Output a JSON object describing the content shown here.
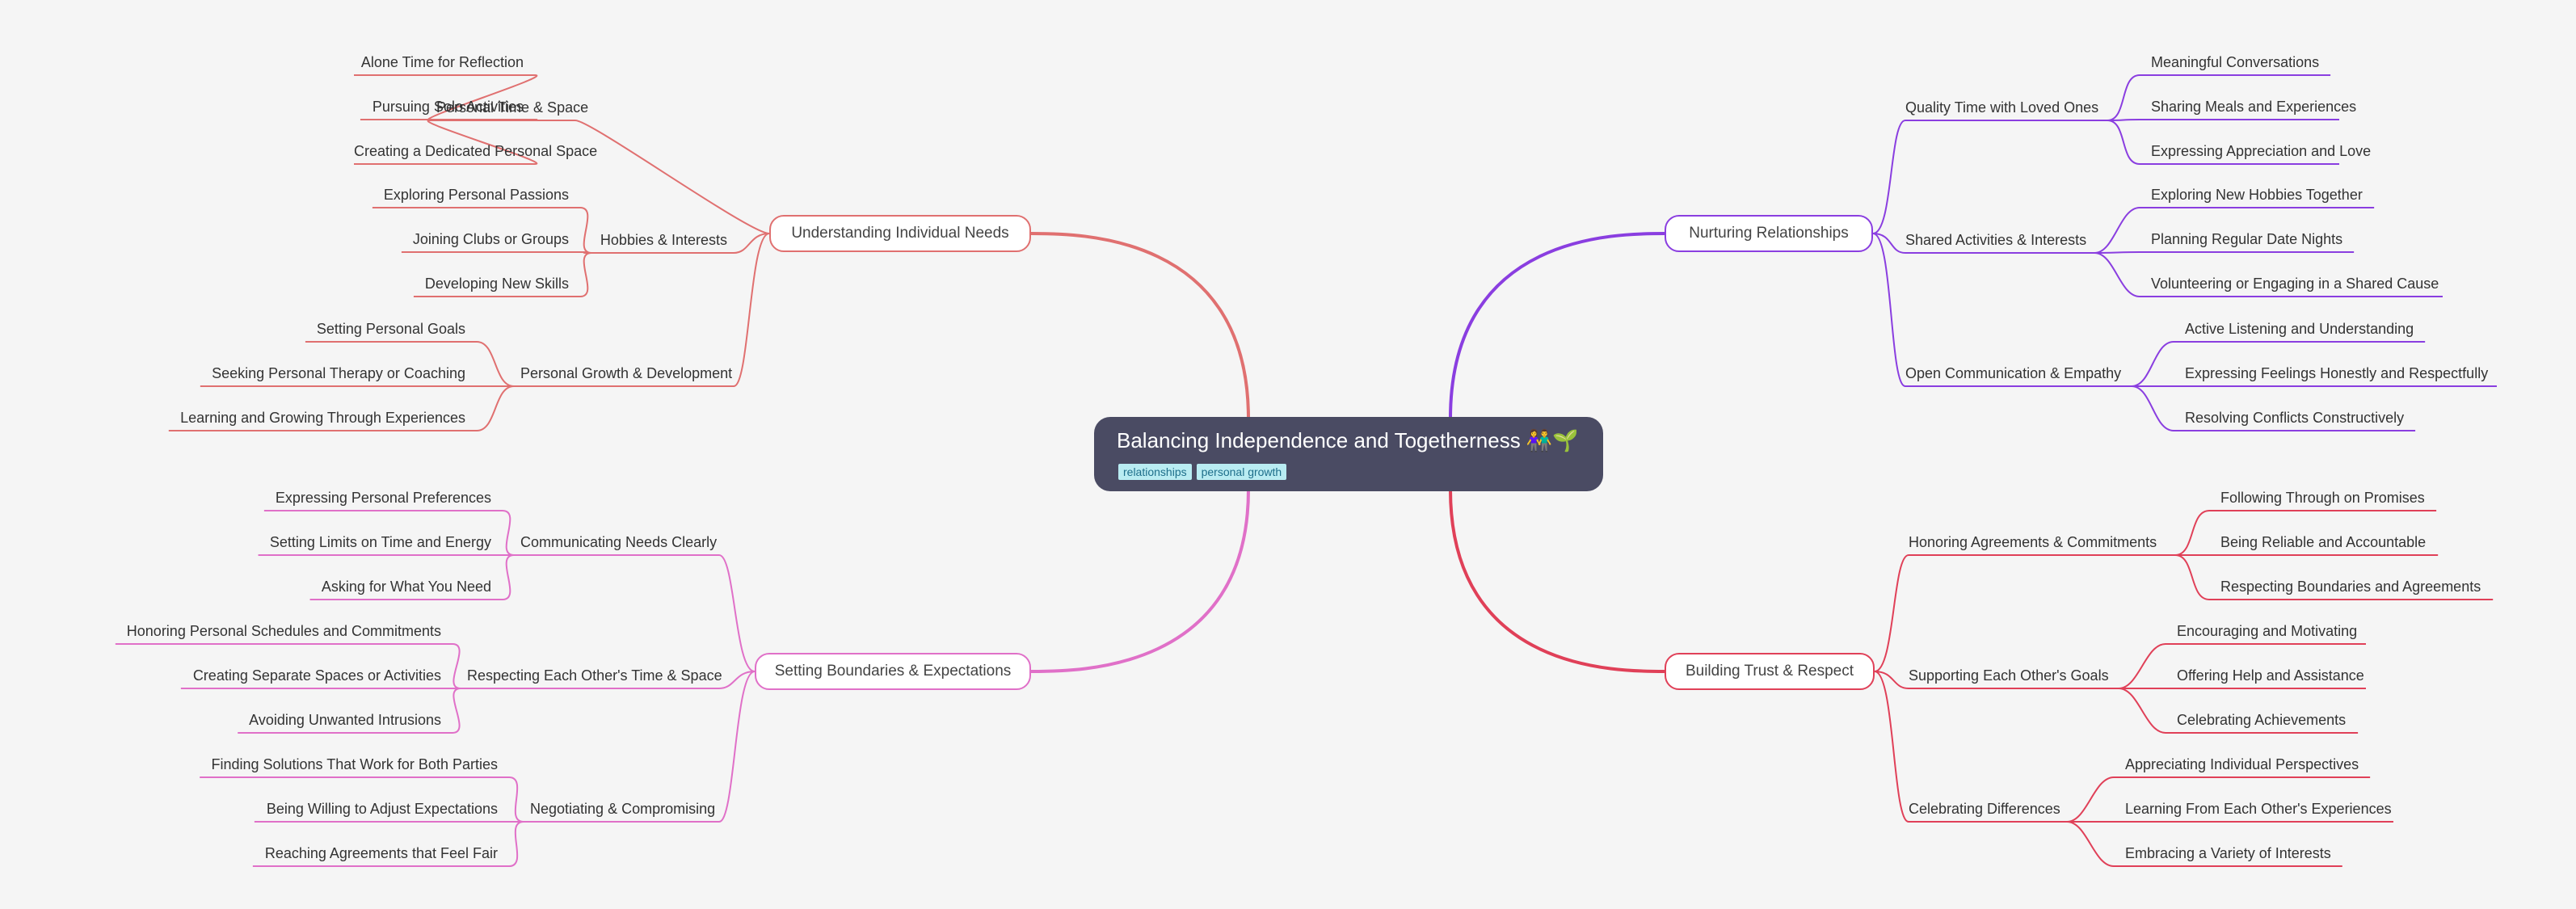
{
  "root": {
    "title": "Balancing Independence and Togetherness 👫🌱",
    "tags": [
      "relationships",
      "personal growth"
    ]
  },
  "colors": {
    "background": "#f5f5f5",
    "root_fill": "#4a4b63",
    "understanding": "#e07070",
    "boundaries": "#e070c8",
    "nurturing": "#8a3ee0",
    "trust": "#e04058"
  },
  "branches": [
    {
      "key": "understanding",
      "label": "Understanding Individual Needs",
      "color": "#e07070",
      "side": "left",
      "children": [
        {
          "label": "Personal Time & Space",
          "children": [
            "Alone Time for Reflection",
            "Pursuing Solo Activities",
            "Creating a Dedicated Personal Space"
          ]
        },
        {
          "label": "Hobbies & Interests",
          "children": [
            "Exploring Personal Passions",
            "Joining Clubs or Groups",
            "Developing New Skills"
          ]
        },
        {
          "label": "Personal Growth & Development",
          "children": [
            "Setting Personal Goals",
            "Seeking Personal Therapy or Coaching",
            "Learning and Growing Through Experiences"
          ]
        }
      ]
    },
    {
      "key": "boundaries",
      "label": "Setting Boundaries & Expectations",
      "color": "#e070c8",
      "side": "left",
      "children": [
        {
          "label": "Communicating Needs Clearly",
          "children": [
            "Expressing Personal Preferences",
            "Setting Limits on Time and Energy",
            "Asking for What You Need"
          ]
        },
        {
          "label": "Respecting Each Other's Time & Space",
          "children": [
            "Honoring Personal Schedules and Commitments",
            "Creating Separate Spaces or Activities",
            "Avoiding Unwanted Intrusions"
          ]
        },
        {
          "label": "Negotiating & Compromising",
          "children": [
            "Finding Solutions That Work for Both Parties",
            "Being Willing to Adjust Expectations",
            "Reaching Agreements that Feel Fair"
          ]
        }
      ]
    },
    {
      "key": "nurturing",
      "label": "Nurturing Relationships",
      "color": "#8a3ee0",
      "side": "right",
      "children": [
        {
          "label": "Quality Time with Loved Ones",
          "children": [
            "Meaningful Conversations",
            "Sharing Meals and Experiences",
            "Expressing Appreciation and Love"
          ]
        },
        {
          "label": "Shared Activities & Interests",
          "children": [
            "Exploring New Hobbies Together",
            "Planning Regular Date Nights",
            "Volunteering or Engaging in a Shared Cause"
          ]
        },
        {
          "label": "Open Communication & Empathy",
          "children": [
            "Active Listening and Understanding",
            "Expressing Feelings Honestly and Respectfully",
            "Resolving Conflicts Constructively"
          ]
        }
      ]
    },
    {
      "key": "trust",
      "label": "Building Trust & Respect",
      "color": "#e04058",
      "side": "right",
      "children": [
        {
          "label": "Honoring Agreements & Commitments",
          "children": [
            "Following Through on Promises",
            "Being Reliable and Accountable",
            "Respecting Boundaries and Agreements"
          ]
        },
        {
          "label": "Supporting Each Other's Goals",
          "children": [
            "Encouraging and Motivating",
            "Offering Help and Assistance",
            "Celebrating Achievements"
          ]
        },
        {
          "label": "Celebrating Differences",
          "children": [
            "Appreciating Individual Perspectives",
            "Learning From Each Other's Experiences",
            "Embracing a Variety of Interests"
          ]
        }
      ]
    }
  ]
}
